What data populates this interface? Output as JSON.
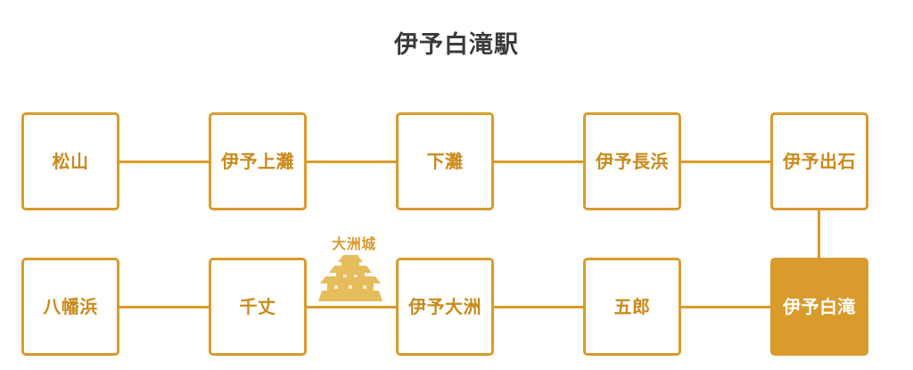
{
  "title": "伊予白滝駅",
  "stations_row1": [
    {
      "name": "松山",
      "current": false
    },
    {
      "name": "伊予上灘",
      "current": false
    },
    {
      "name": "下灘",
      "current": false
    },
    {
      "name": "伊予長浜",
      "current": false
    },
    {
      "name": "伊予出石",
      "current": false
    }
  ],
  "stations_row2": [
    {
      "name": "八幡浜",
      "current": false
    },
    {
      "name": "千丈",
      "current": false
    },
    {
      "name": "伊予大洲",
      "current": false
    },
    {
      "name": "五郎",
      "current": false
    },
    {
      "name": "伊予白滝",
      "current": true
    }
  ],
  "landmark": {
    "label": "大洲城",
    "icon": "castle-icon"
  },
  "colors": {
    "accent": "#d89b2c",
    "title": "#3a3a3a",
    "text_on_accent": "#ffffff"
  }
}
